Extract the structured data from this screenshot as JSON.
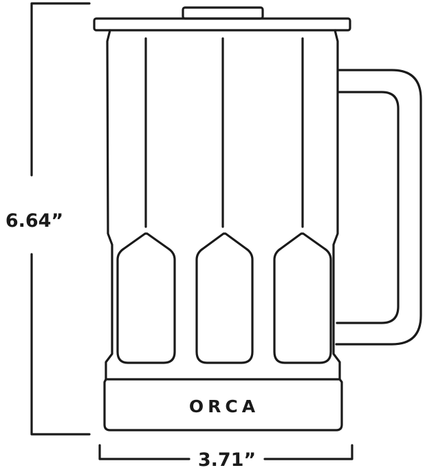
{
  "dimensions": {
    "height_label": "6.64”",
    "width_label": "3.71”"
  },
  "product": {
    "brand": "ORCA"
  },
  "colors": {
    "line": "#1a1a1a",
    "background": "#ffffff"
  }
}
